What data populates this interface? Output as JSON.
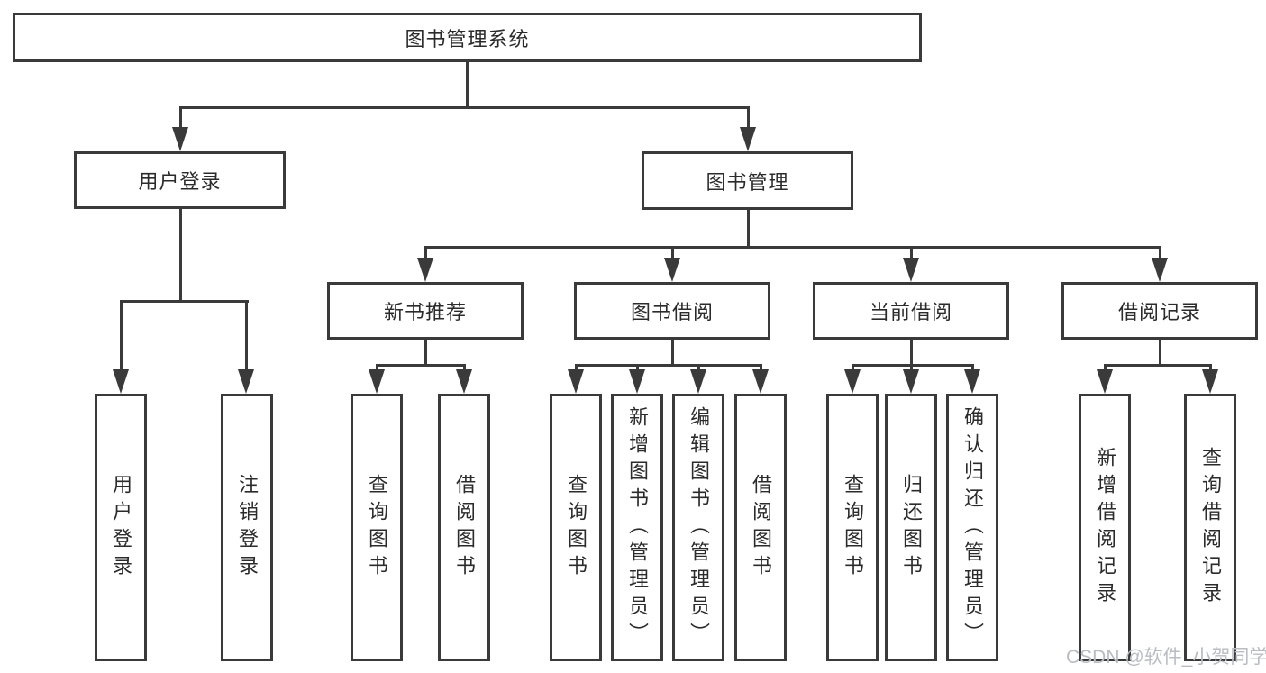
{
  "diagram": {
    "root": {
      "label": "图书管理系统"
    },
    "level2": [
      {
        "label": "用户登录"
      },
      {
        "label": "图书管理"
      }
    ],
    "level3": [
      {
        "label": "新书推荐"
      },
      {
        "label": "图书借阅"
      },
      {
        "label": "当前借阅"
      },
      {
        "label": "借阅记录"
      }
    ],
    "leaves": {
      "user_login": [
        {
          "label": "用户登录"
        },
        {
          "label": "注销登录"
        }
      ],
      "new_book": [
        {
          "label": "查询图书"
        },
        {
          "label": "借阅图书"
        }
      ],
      "book_borrow": [
        {
          "label": "查询图书"
        },
        {
          "label": "新增图书（管理员）"
        },
        {
          "label": "编辑图书（管理员）"
        },
        {
          "label": "借阅图书"
        }
      ],
      "current_borrow": [
        {
          "label": "查询图书"
        },
        {
          "label": "归还图书"
        },
        {
          "label": "确认归还（管理员）"
        }
      ],
      "borrow_record": [
        {
          "label": "新增借阅记录"
        },
        {
          "label": "查询借阅记录"
        }
      ]
    }
  },
  "watermark": {
    "text": "CSDN @软件_小贺同学"
  },
  "colors": {
    "line": "#3a3a3a",
    "text": "#2b2b2b",
    "watermark": "#b9bdc2",
    "background": "#ffffff"
  }
}
